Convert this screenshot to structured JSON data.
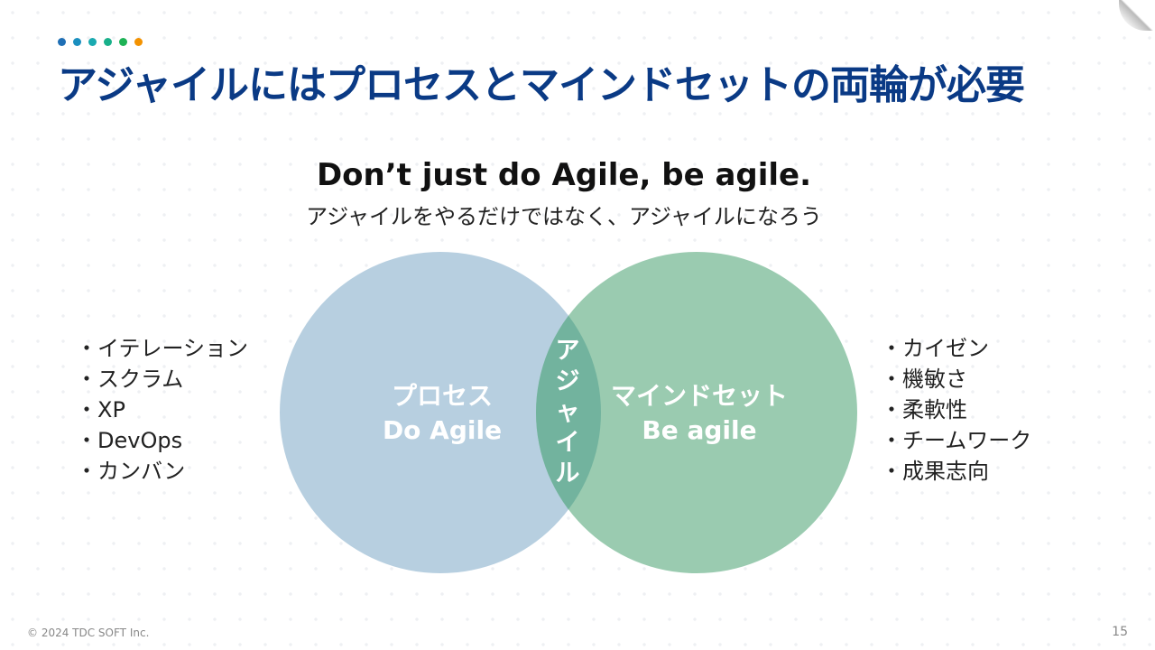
{
  "title": "アジャイルにはプロセスとマインドセットの両輪が必要",
  "dot_colors": [
    "#1f6fb5",
    "#1a8fbf",
    "#1aaab0",
    "#19b08a",
    "#1db255",
    "#f39200"
  ],
  "headline": "Don’t just do Agile, be agile.",
  "subheadline": "アジャイルをやるだけではなく、アジャイルになろう",
  "venn": {
    "left": {
      "title": "プロセス",
      "subtitle": "Do Agile"
    },
    "right": {
      "title": "マインドセット",
      "subtitle": "Be agile"
    },
    "overlap_chars": [
      "ア",
      "ジ",
      "ャ",
      "イ",
      "ル"
    ]
  },
  "left_list": [
    "イテレーション",
    "スクラム",
    "XP",
    "DevOps",
    "カンバン"
  ],
  "right_list": [
    "カイゼン",
    "機敏さ",
    "柔軟性",
    "チームワーク",
    "成果志向"
  ],
  "footer": "© 2024 TDC SOFT Inc.",
  "page_number": "15"
}
